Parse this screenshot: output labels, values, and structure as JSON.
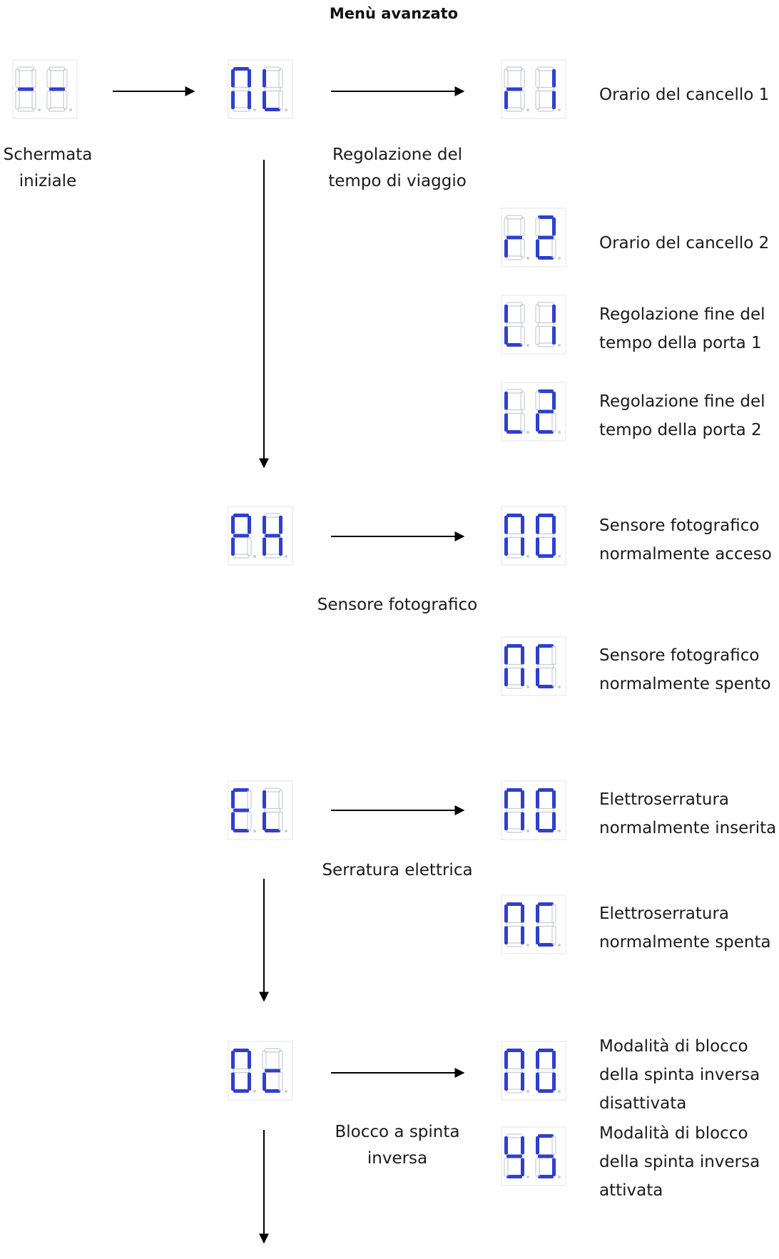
{
  "title": "Menù avanzato",
  "start": {
    "display": [
      "-",
      "-"
    ],
    "label": [
      "Schermata",
      "iniziale"
    ]
  },
  "menus": [
    {
      "code": [
        "n",
        "L"
      ],
      "label": [
        "Regolazione del",
        "tempo di viaggio"
      ],
      "options": [
        {
          "code": [
            "r",
            "1"
          ],
          "label": [
            "Orario del cancello 1"
          ]
        },
        {
          "code": [
            "r",
            "2"
          ],
          "label": [
            "Orario del cancello 2"
          ]
        },
        {
          "code": [
            "L",
            "1"
          ],
          "label": [
            "Regolazione fine del",
            "tempo della porta 1"
          ]
        },
        {
          "code": [
            "L",
            "2"
          ],
          "label": [
            "Regolazione fine del",
            "tempo della porta 2"
          ]
        }
      ]
    },
    {
      "code": [
        "P",
        "H"
      ],
      "label": [
        "Sensore fotografico"
      ],
      "options": [
        {
          "code": [
            "n",
            "0"
          ],
          "label": [
            "Sensore fotografico",
            "normalmente acceso"
          ]
        },
        {
          "code": [
            "n",
            "C"
          ],
          "label": [
            "Sensore fotografico",
            "normalmente spento"
          ]
        }
      ]
    },
    {
      "code": [
        "E",
        "L"
      ],
      "label": [
        "Serratura elettrica"
      ],
      "options": [
        {
          "code": [
            "n",
            "0"
          ],
          "label": [
            "Elettroserratura",
            "normalmente inserita"
          ]
        },
        {
          "code": [
            "n",
            "C"
          ],
          "label": [
            "Elettroserratura",
            "normalmente spenta"
          ]
        }
      ]
    },
    {
      "code": [
        "0",
        "c"
      ],
      "label": [
        "Blocco a spinta",
        "inversa"
      ],
      "options": [
        {
          "code": [
            "n",
            "0"
          ],
          "label": [
            "Modalità di blocco",
            "della spinta inversa",
            "disattivata"
          ]
        },
        {
          "code": [
            "Y",
            "S"
          ],
          "label": [
            "Modalità di blocco",
            "della spinta inversa",
            "attivata"
          ]
        }
      ]
    }
  ],
  "colors": {
    "segment_on": "#2f3fd0",
    "segment_off": "#c8cbd8",
    "arrow": "#000000"
  }
}
